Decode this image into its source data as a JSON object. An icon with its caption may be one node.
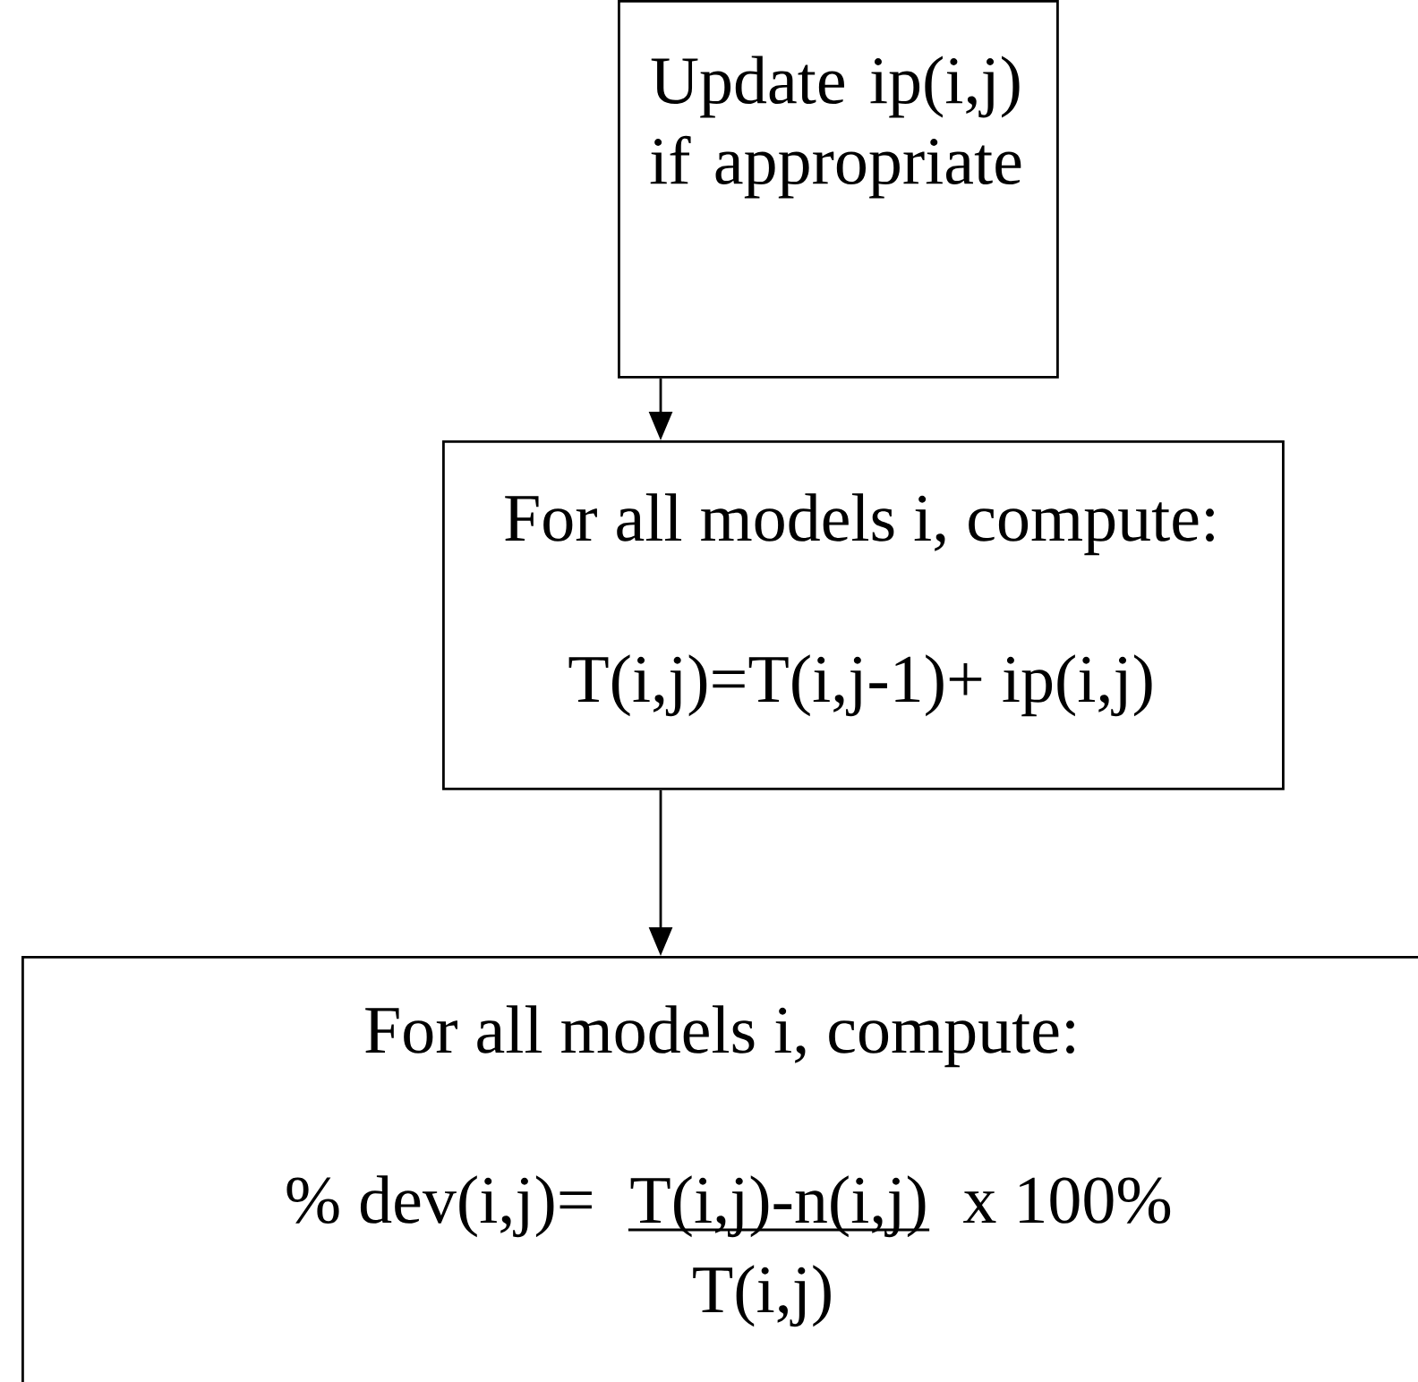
{
  "diagram": {
    "nodes": [
      {
        "text": [
          "Update ip(i,j) if appropriate"
        ]
      },
      {
        "text": [
          "For all models i, compute:",
          "T(i,j)=T(i,j-1)+ ip(i,j)"
        ]
      },
      {
        "text": [
          "For all models i, compute:",
          "% dev(i,j)=",
          "T(i,j)-n(i,j)",
          "x 100%",
          "T(i,j)"
        ]
      }
    ],
    "edges": [
      {
        "from": 0,
        "to": 1,
        "arrow": "to"
      },
      {
        "from": 1,
        "to": 2,
        "arrow": "to"
      }
    ]
  }
}
